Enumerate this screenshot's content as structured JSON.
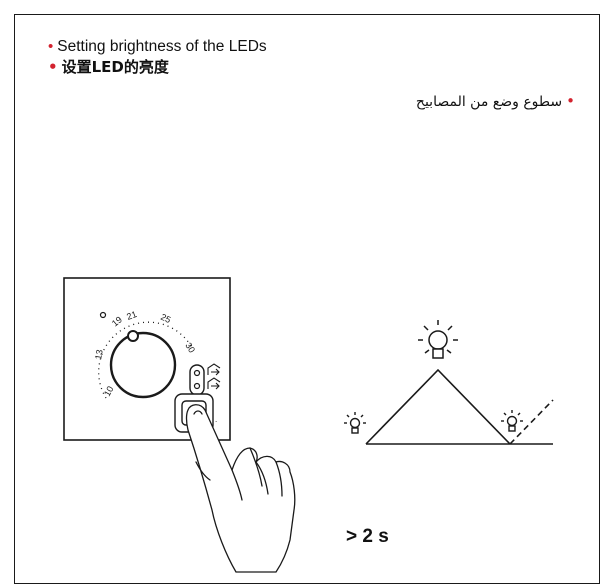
{
  "instructions": {
    "en": "Setting brightness of the LEDs",
    "zh": "设置LED的亮度",
    "ar": "سطوع وضع من المصابيح"
  },
  "thermostat": {
    "dial_ticks": [
      "10",
      "13",
      "19",
      "21",
      "25",
      "30"
    ]
  },
  "duration_label": "> 2 s",
  "colors": {
    "bullet": "#d3232f",
    "line": "#1a1a1a"
  },
  "icons": [
    "sun-dim-icon",
    "sun-bright-icon",
    "hand-pointer-icon"
  ]
}
